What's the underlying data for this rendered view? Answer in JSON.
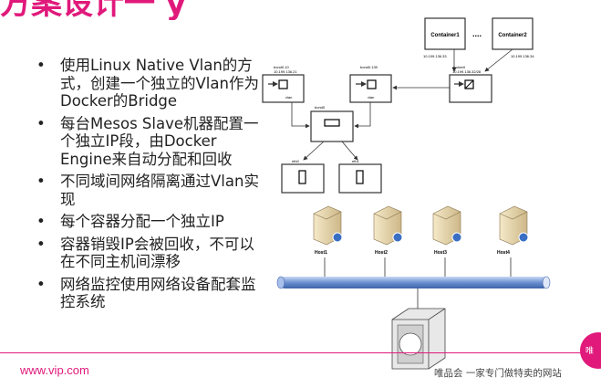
{
  "title_fragment": "方案设计一 y",
  "bullets": [
    "使用Linux Native Vlan的方式，创建一个独立的Vlan作为Docker的Bridge",
    "每台Mesos Slave机器配置一个独立IP段，由Docker Engine来自动分配和回收",
    "不同域间网络隔离通过Vlan实现",
    "每个容器分配一个独立IP",
    "容器销毁IP会被回收，不可以在不同主机间漂移",
    "网络监控使用网络设备配套监控系统"
  ],
  "diagram": {
    "container1": "Container1",
    "container2": "Container2",
    "ellipsis": "....",
    "ip1": "10.199.136.33",
    "ip2": "10.199.136.34",
    "bond0_10": "bond0.10",
    "ip_bond0_10": "10.199.136.21",
    "bond0_vlan_label": "vlan",
    "bond0_139": "bond0.139",
    "bond0_139_vlan": "vlan",
    "docker0": "docker0",
    "ip_docker0": "10.199.136.32/28",
    "bond0": "bond0",
    "eth0": "eth0",
    "eth1": "eth1",
    "hosts": [
      "Host1",
      "Host2",
      "Host3",
      "Host4"
    ]
  },
  "footer": {
    "url": "www.vip.com",
    "slogan": "唯品会  一家专门做特卖的网站",
    "corner": "唯"
  },
  "colors": {
    "brand": "#e0197b",
    "bus": "#6a8fd0"
  }
}
